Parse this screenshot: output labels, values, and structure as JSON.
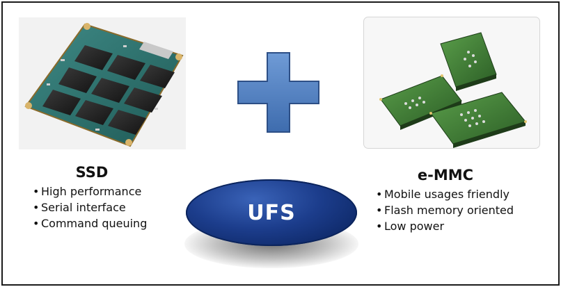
{
  "ssd": {
    "title": "SSD",
    "bullet": "•",
    "features": [
      "High performance",
      "Serial interface",
      "Command queuing"
    ]
  },
  "emmc": {
    "title": "e-MMC",
    "bullet": "•",
    "features": [
      "Mobile usages friendly",
      "Flash memory oriented",
      "Low power"
    ]
  },
  "center": {
    "label": "UFS",
    "plus_icon": "plus-icon"
  },
  "colors": {
    "plus_blue": "#4f81bd",
    "ufs_navy": "#1c3d8c",
    "pcb_green": "#2f6b2f"
  }
}
